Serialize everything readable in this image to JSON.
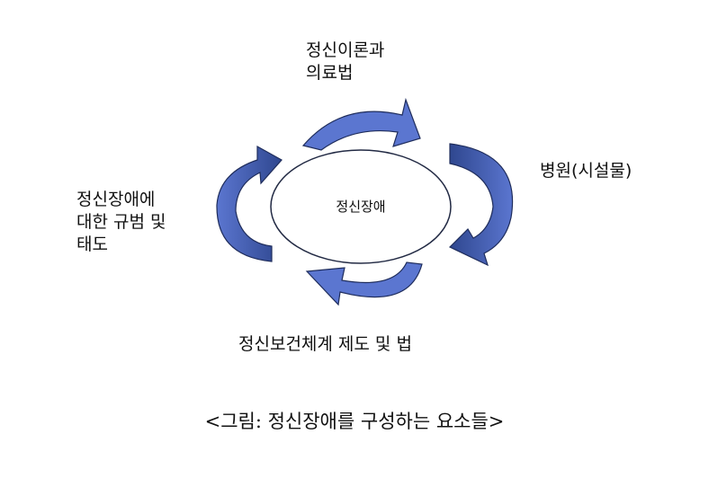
{
  "diagram": {
    "center": "정신장애",
    "top": "정신이론과\n의료법",
    "right": "병원(시설물)",
    "left": "정신장애에\n대한 규범 및\n태도",
    "bottom": "정신보건체계 제도 및 법"
  },
  "caption": "<그림: 정신장애를 구성하는 요소들>",
  "colors": {
    "arrow_fill": "#5b76d0",
    "arrow_dark": "#2f478f",
    "arrow_stroke": "#1f2d5c",
    "ellipse_stroke": "#222a44"
  }
}
